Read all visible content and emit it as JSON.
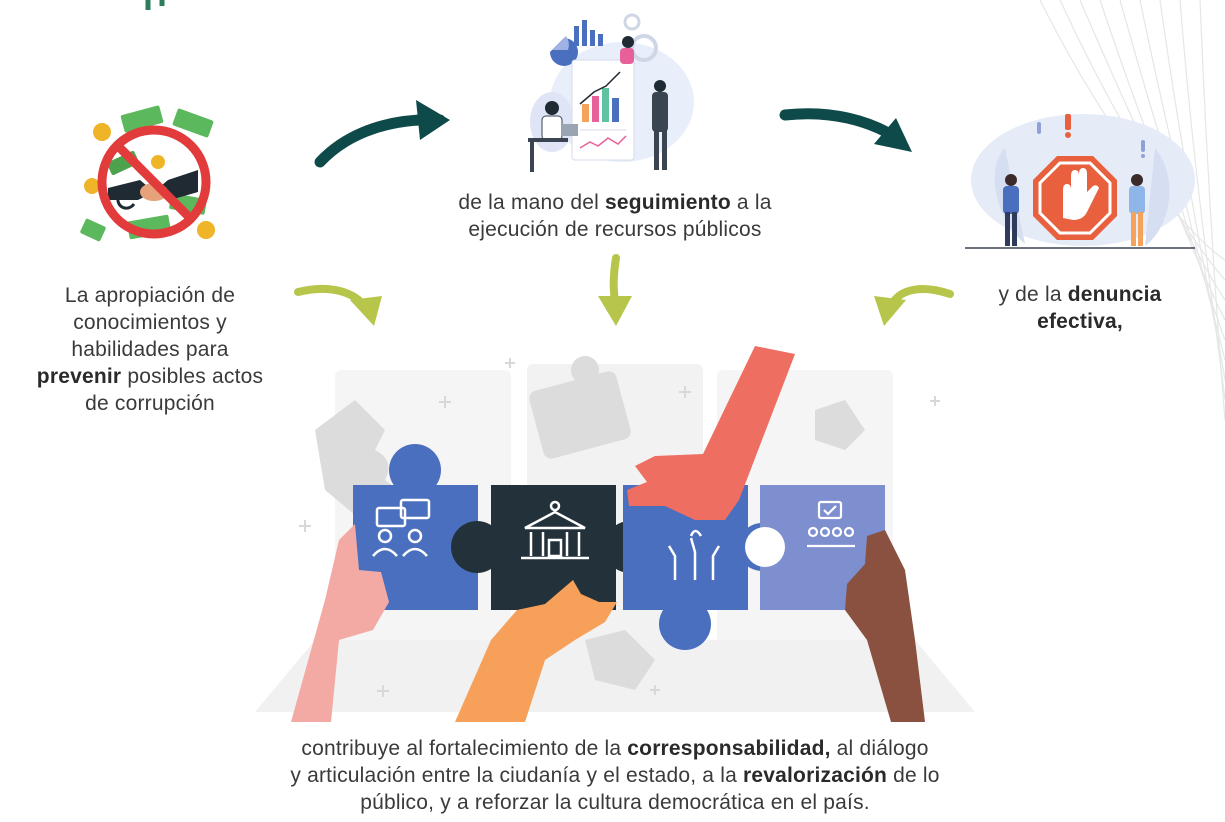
{
  "texts": {
    "prevent": {
      "l1": "La apropiación de",
      "l2": "conocimientos y",
      "l3": "habilidades para",
      "l4_bold": "prevenir",
      "l4_rest": " posibles actos",
      "l5": "de corrupción"
    },
    "monitor": {
      "pre": "de la mano del ",
      "bold": "seguimiento",
      "post": " a la",
      "l2": "ejecución de recursos públicos"
    },
    "report": {
      "pre": "y de la ",
      "bold1": "denuncia",
      "bold2": "efectiva,"
    },
    "conclusion": {
      "l1_pre": "contribuye al fortalecimiento de la ",
      "l1_bold": "corresponsabilidad,",
      "l1_post": " al diálogo",
      "l2_pre": "y articulación entre la ciudanía y el estado, a la ",
      "l2_bold": "revalorización",
      "l2_post": " de lo",
      "l3": "público, y a reforzar la cultura democrática en el país."
    }
  },
  "colors": {
    "dark_arrow": "#0f4a4a",
    "light_arrow": "#b7c64a",
    "puzzle_blue": "#4a6fbf",
    "puzzle_dark": "#22313a",
    "puzzle_light": "#7e8fd0",
    "stop_sign": "#e8603d",
    "no_sign": "#e23b3b",
    "money_green": "#5cb85c",
    "coin_gold": "#f0b429",
    "hand_red": "#ee6e62",
    "hand_orange": "#f6a05a",
    "hand_pink": "#f3a9a4",
    "hand_brown": "#8a5040"
  },
  "icons": {
    "corruption": "no-bribery-icon",
    "monitoring": "monitoring-charts-icon",
    "report": "stop-hand-icon",
    "puzzle_1": "dialogue-icon",
    "puzzle_2": "government-building-icon",
    "puzzle_3": "raised-hands-icon",
    "puzzle_4": "community-check-icon"
  }
}
